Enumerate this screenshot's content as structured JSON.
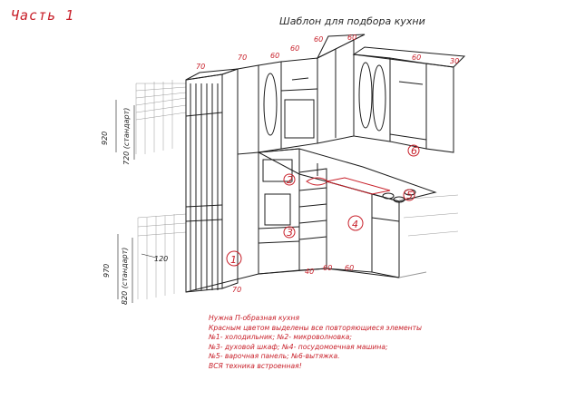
{
  "header": {
    "part_label": "Часть 1",
    "title": "Шаблон для подбора кухни"
  },
  "dimensions": {
    "top_70_left": "70",
    "top_70_mid": "70",
    "top_60_a": "60",
    "top_60_b": "60",
    "top_60_c": "60",
    "top_60_d": "60",
    "top_60_e": "60",
    "top_30": "30",
    "h_920": "920",
    "h_720": "720 (стандарт)",
    "h_970": "970",
    "h_820": "820 (стандарт)",
    "d_120": "120",
    "bottom_70": "70",
    "bottom_40": "40",
    "bottom_60_a": "60",
    "bottom_60_b": "60"
  },
  "appliances": {
    "a1": "1",
    "a2": "2",
    "a3": "3",
    "a4": "4",
    "a5": "5",
    "a6": "6"
  },
  "notes": [
    "Нужна П-образная кухня",
    "Красным цветом выделены все повторяющиеся элементы",
    "№1- холодильник; №2- микроволновка;",
    "№3- духовой шкаф; №4- посудомоечная машина;",
    "№5- варочная панель; №6-вытяжка.",
    "ВСЯ техника встроенная!"
  ]
}
